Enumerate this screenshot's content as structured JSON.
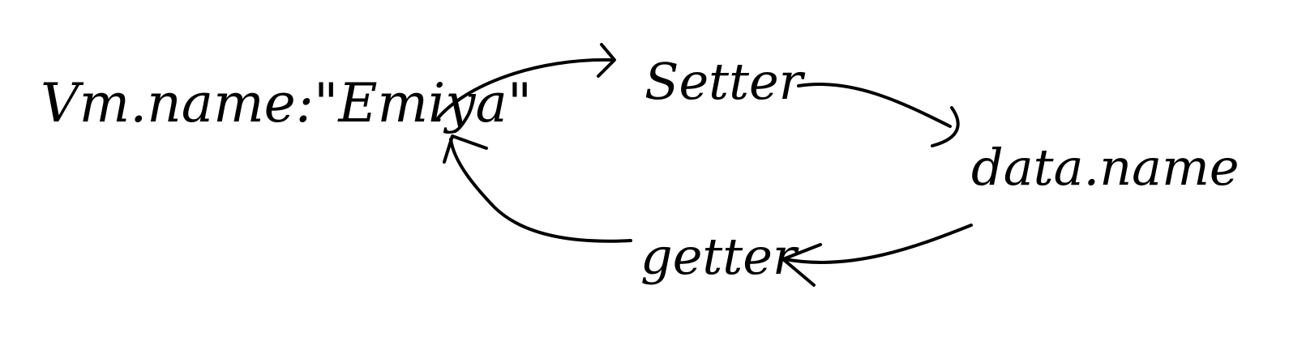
{
  "diagram": {
    "nodes": {
      "assignment": "Vm.name:\"Emiya\"",
      "setter": "Setter",
      "data_name": "data.name",
      "getter": "getter"
    },
    "edges": [
      {
        "from": "assignment",
        "to": "setter"
      },
      {
        "from": "setter",
        "to": "data_name"
      },
      {
        "from": "data_name",
        "to": "getter"
      },
      {
        "from": "getter",
        "to": "assignment"
      }
    ],
    "colors": {
      "ink": "#000000",
      "background": "#ffffff"
    }
  }
}
